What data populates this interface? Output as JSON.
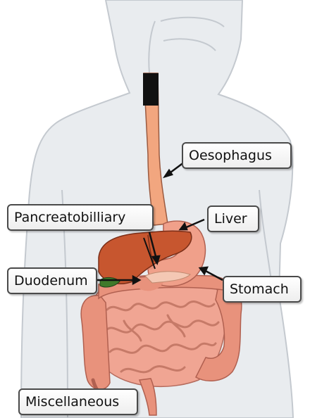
{
  "labels": {
    "oesophagus": "Oesophagus",
    "pancreatobilliary": "Pancreatobilliary",
    "liver": "Liver",
    "duodenum": "Duodenum",
    "stomach": "Stomach",
    "miscellaneous": "Miscellaneous"
  },
  "colors": {
    "body": "#e9ecef",
    "body_outline": "#c4c9cf",
    "oesophagus": "#f2a67f",
    "liver": "#c7562f",
    "stomach": "#f0a08a",
    "gallbladder": "#3f7a2a",
    "intestine": "#f0a593",
    "arrow": "#111111"
  }
}
